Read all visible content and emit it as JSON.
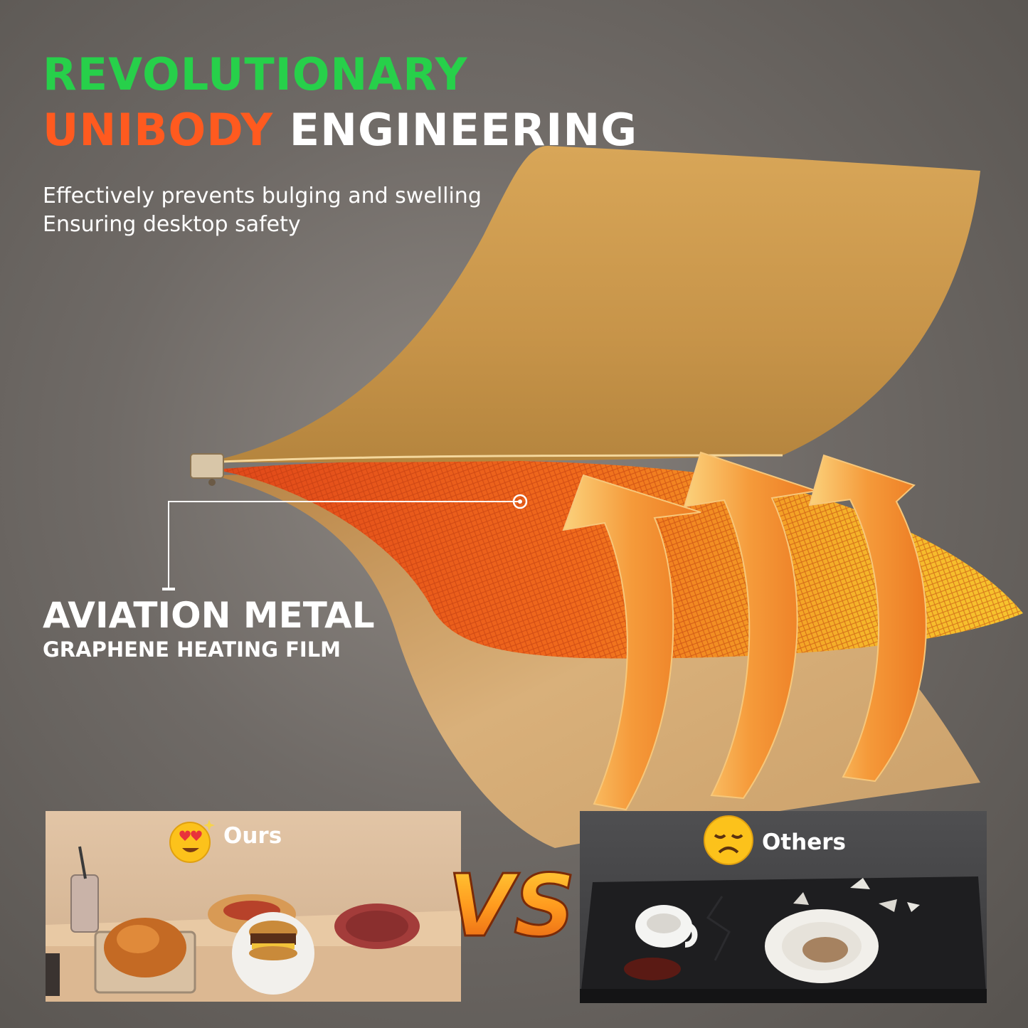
{
  "headline": {
    "line1": "REVOLUTIONARY",
    "line2_accent": "UNIBODY",
    "line2_rest": "ENGINEERING"
  },
  "subtitle": {
    "line1": "Effectively prevents bulging and swelling",
    "line2": "Ensuring desktop safety"
  },
  "callout": {
    "title": "AVIATION METAL",
    "subtitle": "GRAPHENE HEATING FILM"
  },
  "comparison": {
    "ours_label": "Ours",
    "others_label": "Others",
    "vs_label": "VS"
  },
  "colors": {
    "green": "#27d04a",
    "orange": "#ff5a1f",
    "white": "#ffffff",
    "panel_gold": "#d49e52",
    "arrow_orange": "#f28a2a"
  },
  "icons": {
    "ours_emoji": "heart-eyes-emoji-icon",
    "others_emoji": "sad-emoji-icon"
  }
}
